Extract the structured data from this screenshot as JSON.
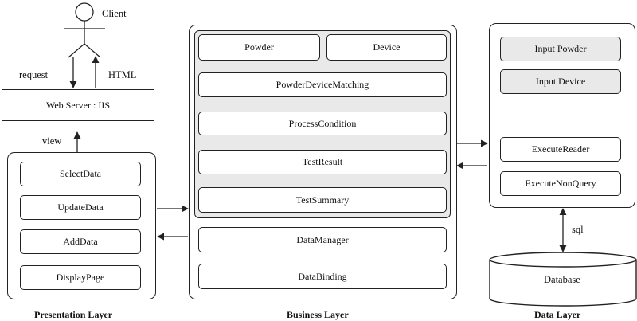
{
  "client": {
    "label": "Client"
  },
  "flow": {
    "request": "request",
    "html": "HTML",
    "view": "view"
  },
  "web_server": {
    "label": "Web Server : IIS"
  },
  "presentation": {
    "caption": "Presentation Layer",
    "items": [
      "SelectData",
      "UpdateData",
      "AddData",
      "DisplayPage"
    ]
  },
  "business": {
    "caption": "Business Layer",
    "powder": "Powder",
    "device": "Device",
    "matching": "PowderDeviceMatching",
    "process": "ProcessCondition",
    "result": "TestResult",
    "summary": "TestSummary",
    "manager": "DataManager",
    "binding": "DataBinding"
  },
  "data_layer": {
    "caption": "Data Layer",
    "input_powder": "Input Powder",
    "input_device": "Input Device",
    "reader": "ExecuteReader",
    "nonquery": "ExecuteNonQuery",
    "sql": "sql",
    "database": "Database"
  },
  "colors": {
    "stroke": "#222222",
    "shaded": "#e9e9e9"
  }
}
